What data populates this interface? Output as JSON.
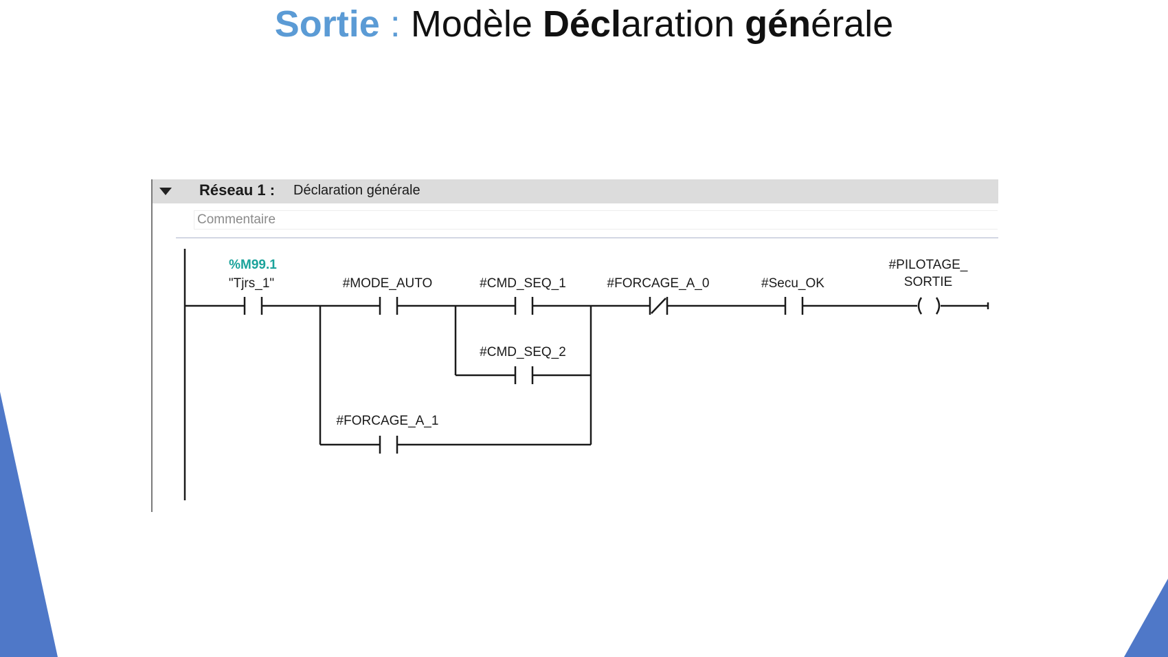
{
  "title": {
    "part1": "Sortie",
    "separator": " : ",
    "part2": "Modèle ",
    "part3": "Décl",
    "part4": "aration ",
    "part5": "gén",
    "part6": "érale"
  },
  "network": {
    "number_label": "Réseau 1 :",
    "title": "Déclaration générale",
    "comment_placeholder": "Commentaire"
  },
  "ladder": {
    "always_true": {
      "address": "%M99.1",
      "symbol": "\"Tjrs_1\"",
      "kind": "NO contact"
    },
    "mode_auto": {
      "label": "#MODE_AUTO",
      "kind": "NO contact"
    },
    "cmd_seq_1": {
      "label": "#CMD_SEQ_1",
      "kind": "NO contact"
    },
    "cmd_seq_2": {
      "label": "#CMD_SEQ_2",
      "kind": "NO contact"
    },
    "forcage_a_1": {
      "label": "#FORCAGE_A_1",
      "kind": "NO contact"
    },
    "forcage_a_0": {
      "label": "#FORCAGE_A_0",
      "kind": "NC contact"
    },
    "secu_ok": {
      "label": "#Secu_OK",
      "kind": "NO contact"
    },
    "pilotage_sortie": {
      "label_line1": "#PILOTAGE_",
      "label_line2": "SORTIE",
      "kind": "coil"
    }
  },
  "colors": {
    "accent": "#5b9bd5",
    "address": "#1ba39b",
    "header_bg": "#dcdcdc",
    "corner_triangles": "#4f78c8"
  }
}
